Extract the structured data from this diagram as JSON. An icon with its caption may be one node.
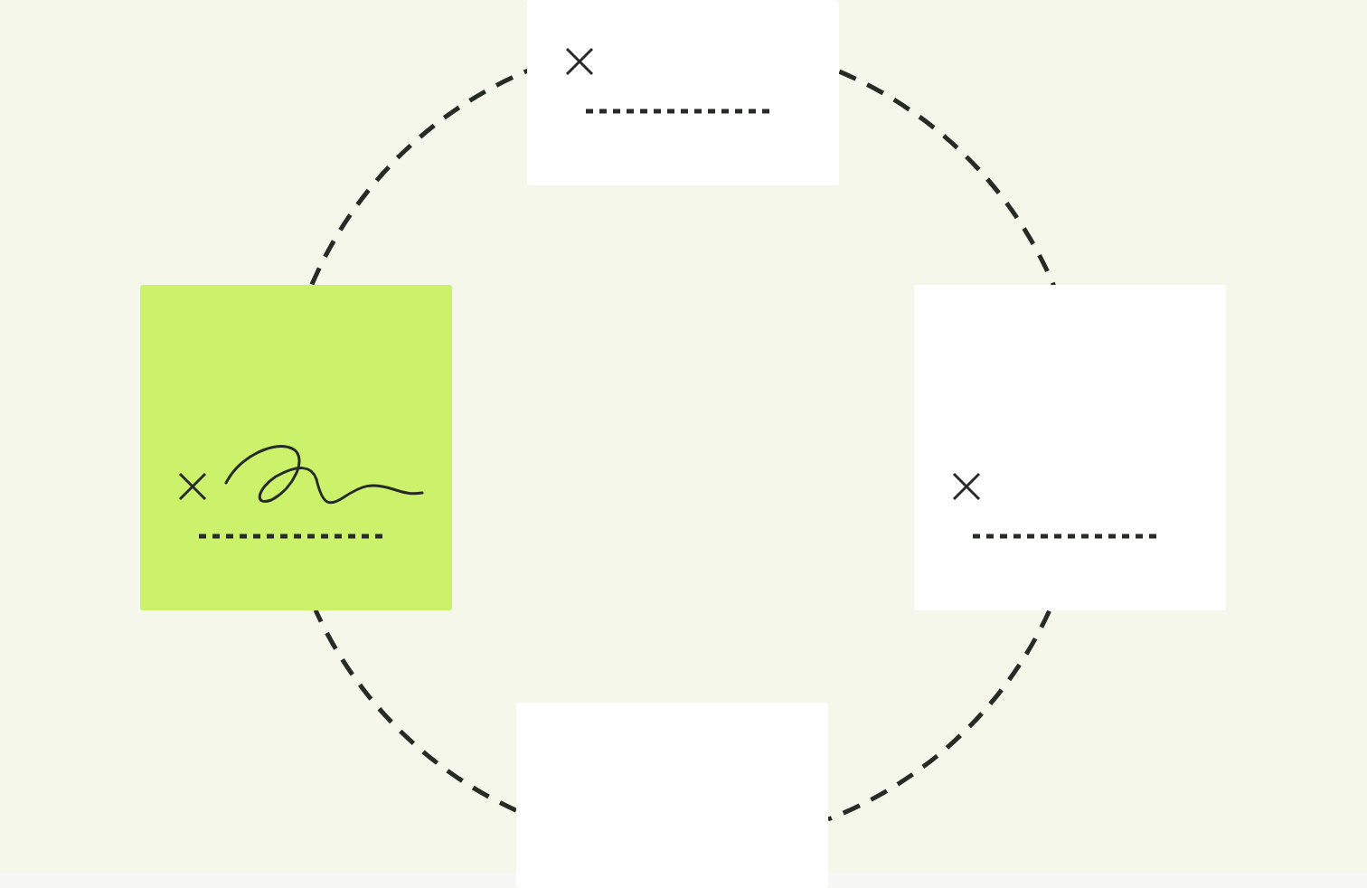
{
  "diagram": {
    "nodes": [
      {
        "text": [],
        "shape": "box"
      },
      {
        "text": [],
        "shape": "box"
      },
      {
        "text": [],
        "shape": "box"
      },
      {
        "text": [],
        "shape": "box"
      }
    ],
    "edges": [
      {
        "from": 0,
        "to": 2,
        "arrow": "none",
        "style": "dashed"
      },
      {
        "from": 2,
        "to": 3,
        "arrow": "none",
        "style": "dashed"
      },
      {
        "from": 3,
        "to": 1,
        "arrow": "none",
        "style": "dashed"
      },
      {
        "from": 1,
        "to": 0,
        "arrow": "none",
        "style": "dashed"
      }
    ]
  }
}
